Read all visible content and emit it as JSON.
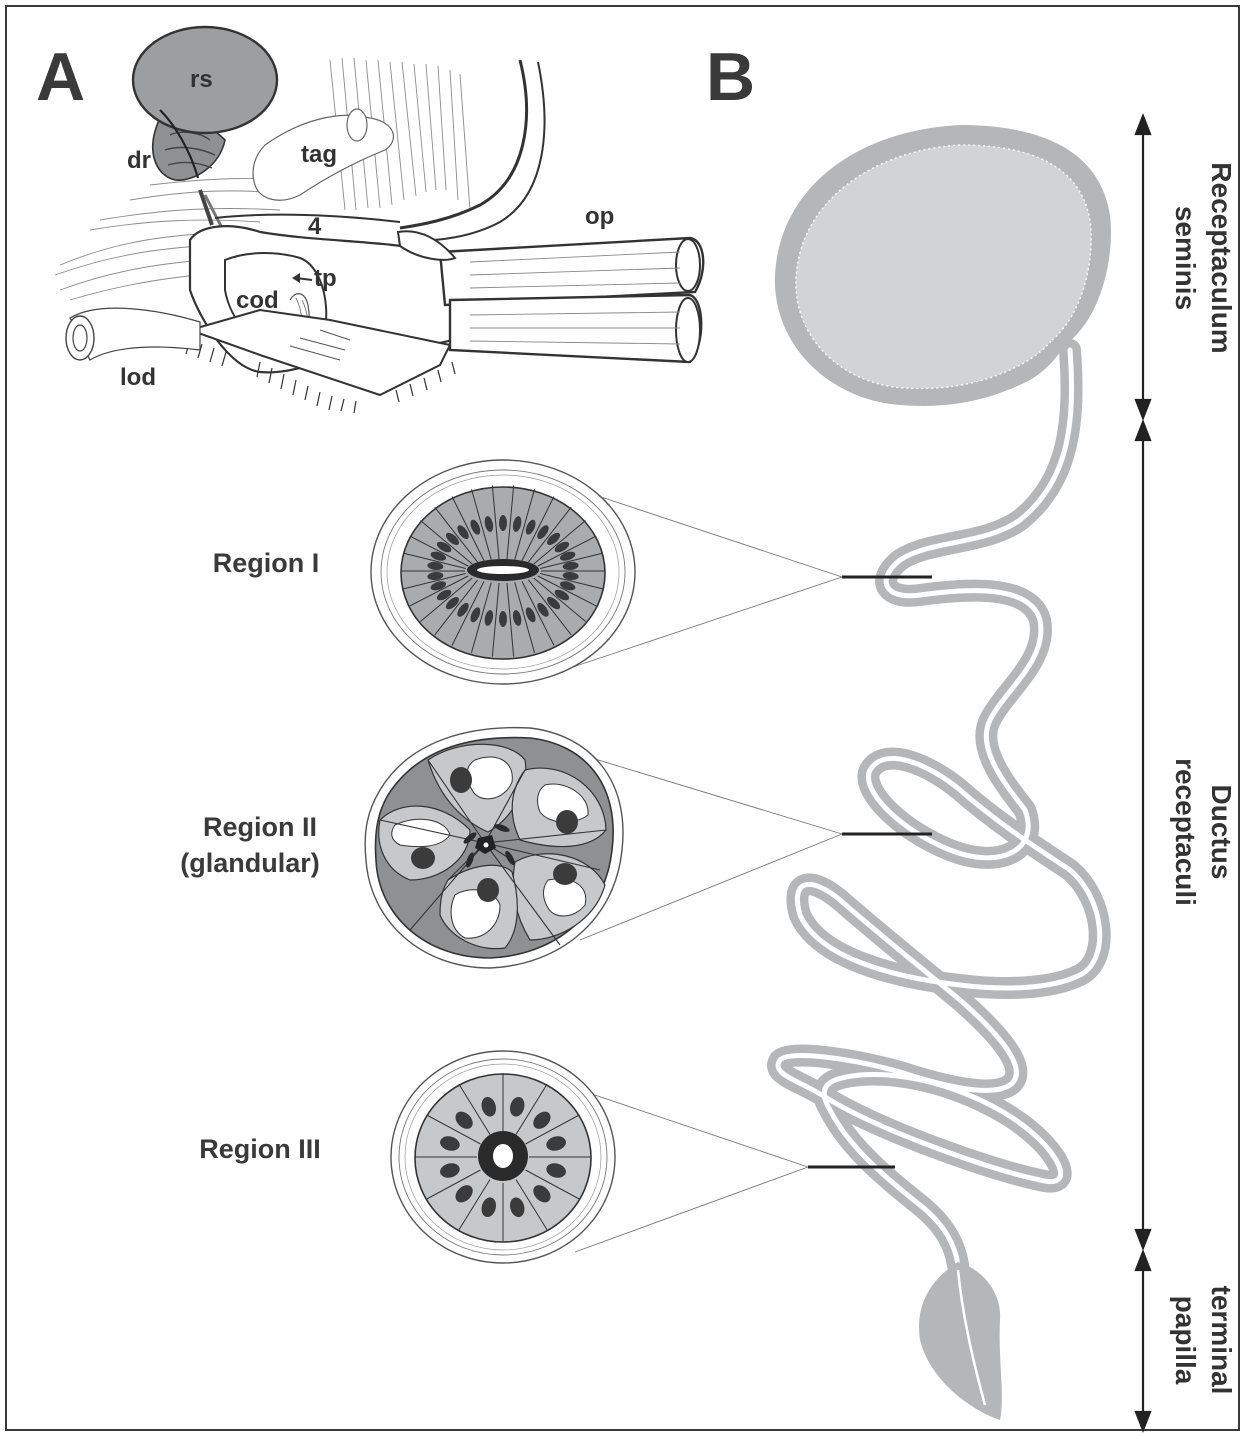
{
  "panels": {
    "a": "A",
    "b": "B"
  },
  "panel_a_labels": {
    "rs": "rs",
    "dr": "dr",
    "tag": "tag",
    "four": "4",
    "op": "op",
    "tp": "tp",
    "cod": "cod",
    "lod": "lod"
  },
  "regions": {
    "r1": "Region I",
    "r2_line1": "Region II",
    "r2_line2": "(glandular)",
    "r3": "Region III"
  },
  "side_labels": {
    "receptaculum_1": "Receptaculum",
    "receptaculum_2": "seminis",
    "ductus_1": "Ductus",
    "ductus_2": "receptaculi",
    "terminal_1": "terminal",
    "terminal_2": "papilla"
  },
  "colors": {
    "duct": "#b4b6b8",
    "lumen": "#d2d3d5",
    "cell": "#a9abad",
    "cell_light": "#c7c8ca",
    "cell_dark": "#8e9092",
    "nucleus": "#3b3b3b",
    "ink": "#333333"
  }
}
